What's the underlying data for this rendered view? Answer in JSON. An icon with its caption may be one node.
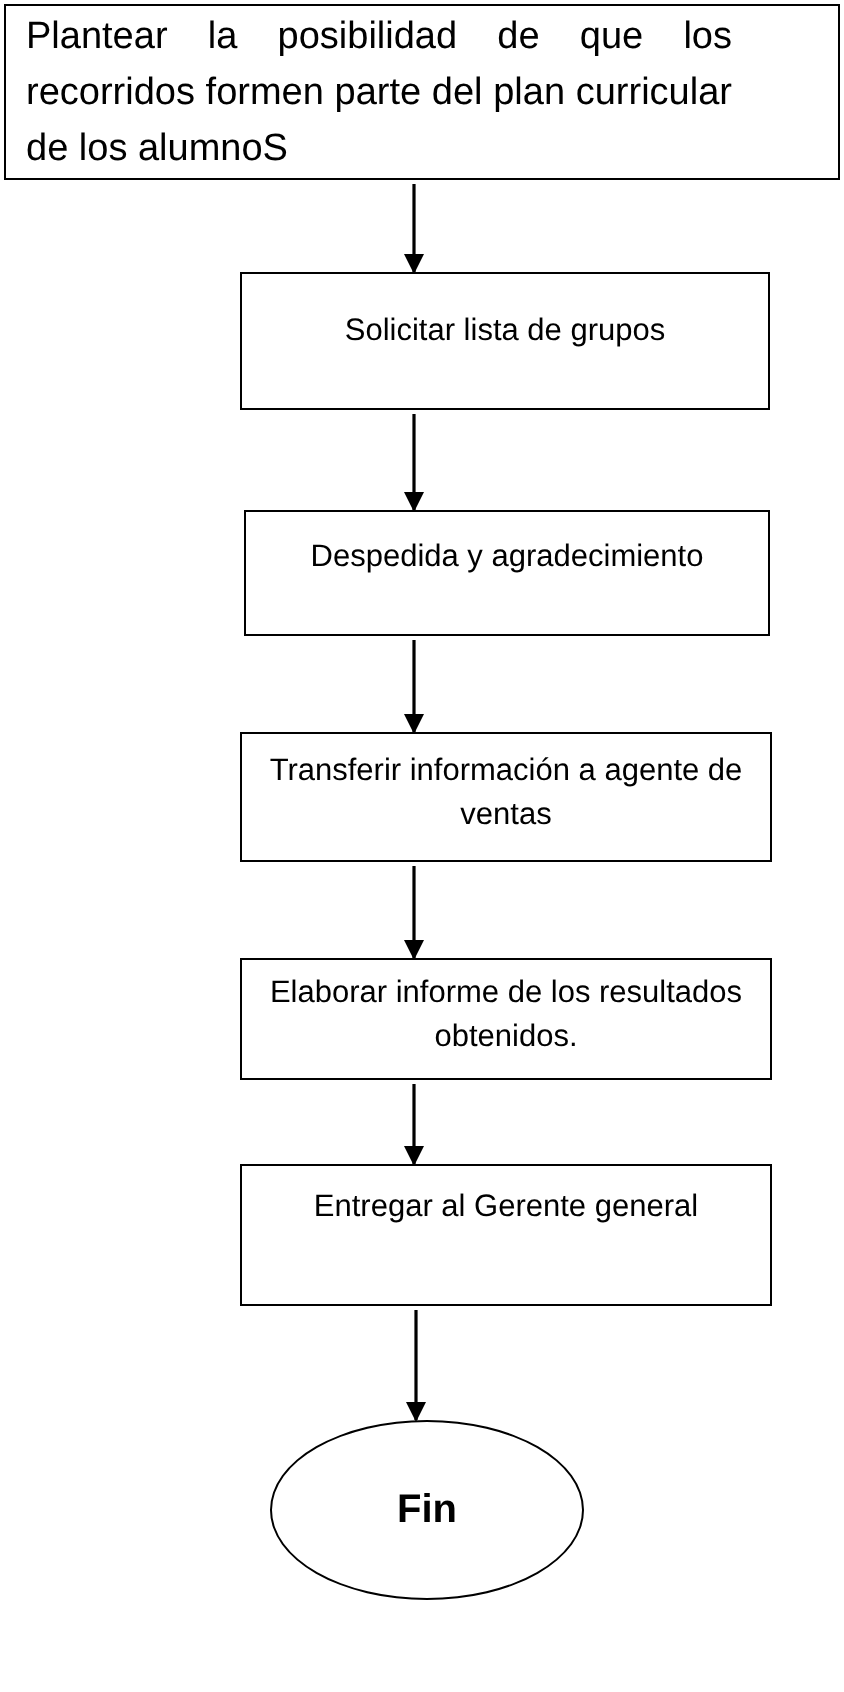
{
  "diagram": {
    "nodes": [
      {
        "text": [
          "Plantear la posibilidad de que los recorridos formen parte del plan curricular de los alumnoS"
        ]
      },
      {
        "text": [
          "Solicitar lista de grupos"
        ]
      },
      {
        "text": [
          "Despedida y agradecimiento"
        ]
      },
      {
        "text": [
          "Transferir información a agente de ventas"
        ]
      },
      {
        "text": [
          "Elaborar informe de los resultados obtenidos."
        ]
      },
      {
        "text": [
          "Entregar al Gerente general"
        ]
      },
      {
        "text": [
          "Fin"
        ]
      }
    ],
    "edges": [
      {
        "from": 0,
        "to": 1,
        "arrow": "to"
      },
      {
        "from": 1,
        "to": 2,
        "arrow": "to"
      },
      {
        "from": 2,
        "to": 3,
        "arrow": "to"
      },
      {
        "from": 3,
        "to": 4,
        "arrow": "to"
      },
      {
        "from": 4,
        "to": 5,
        "arrow": "to"
      },
      {
        "from": 5,
        "to": 6,
        "arrow": "to"
      }
    ]
  }
}
